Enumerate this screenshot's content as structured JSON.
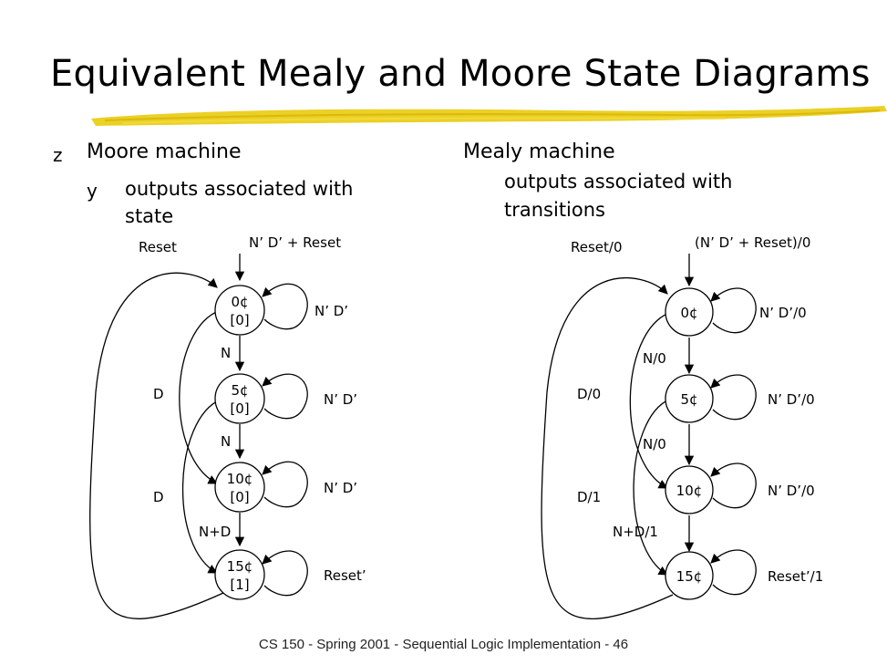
{
  "title": "Equivalent Mealy and Moore State Diagrams",
  "moore": {
    "heading": "Moore machine",
    "sub_line1": "outputs associated with",
    "sub_line2": "state",
    "states": [
      {
        "name": "0¢",
        "output": "[0]"
      },
      {
        "name": "5¢",
        "output": "[0]"
      },
      {
        "name": "10¢",
        "output": "[0]"
      },
      {
        "name": "15¢",
        "output": "[1]"
      }
    ],
    "labels": {
      "reset": "Reset",
      "entry": "N’ D’ + Reset",
      "self_0": "N’ D’",
      "self_5": "N’ D’",
      "self_10": "N’ D’",
      "self_15": "Reset’",
      "n_0_5": "N",
      "n_5_10": "N",
      "nd_10_15": "N+D",
      "d_0_10": "D",
      "d_5_15": "D"
    }
  },
  "mealy": {
    "heading": "Mealy machine",
    "sub_line1": "outputs associated with",
    "sub_line2": "transitions",
    "states": [
      {
        "name": "0¢"
      },
      {
        "name": "5¢"
      },
      {
        "name": "10¢"
      },
      {
        "name": "15¢"
      }
    ],
    "labels": {
      "reset": "Reset/0",
      "entry": "(N’ D’ + Reset)/0",
      "self_0": "N’ D’/0",
      "self_5": "N’ D’/0",
      "self_10": "N’ D’/0",
      "self_15": "Reset’/1",
      "n_0_5": "N/0",
      "n_5_10": "N/0",
      "nd_10_15": "N+D/1",
      "d_0_10": "D/0",
      "d_5_15": "D/1"
    }
  },
  "bullets": {
    "level1": "z",
    "level2": "y"
  },
  "footer": "CS 150 - Spring 2001 - Sequential Logic Implementation - 46",
  "colors": {
    "brush": "#e8c800",
    "ink": "#000000"
  }
}
